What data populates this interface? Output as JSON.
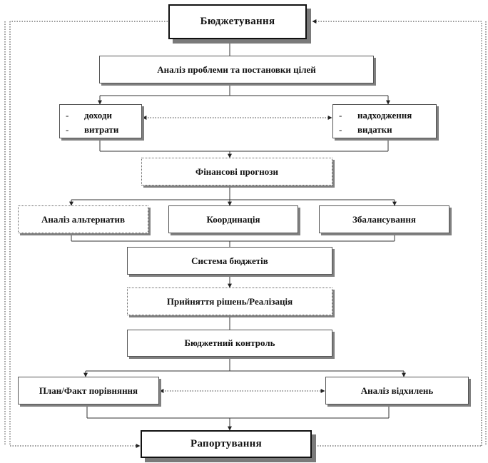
{
  "nodes": {
    "budgeting": "Бюджетування",
    "analysis": "Аналіз  проблеми  та постановки  цілей",
    "income": "доходи",
    "expenses": "витрати",
    "receipts": "надходження",
    "outlays": "видатки",
    "list_marker": "-",
    "forecasts": "Фінансові  прогнози",
    "alternatives": "Аналіз  альтернатив",
    "coordination": "Координація",
    "balancing": "Збалансування",
    "budget_system": "Система бюджетів",
    "decision": "Прийняття  рішень/Реалізація",
    "control": "Бюджетний  контроль",
    "plan_fact": "План/Факт  порівняння",
    "deviation": "Аналіз  відхилень",
    "reporting": "Рапортування"
  }
}
